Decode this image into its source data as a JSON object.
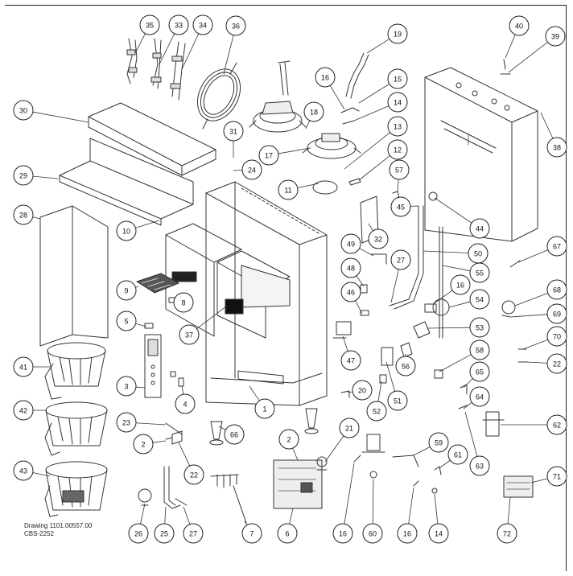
{
  "drawing": {
    "number_line": "Drawing 1101.00557.00",
    "model_line": "CBS-2252"
  },
  "callouts": [
    {
      "id": "c35",
      "label": "35"
    },
    {
      "id": "c33",
      "label": "33"
    },
    {
      "id": "c34",
      "label": "34"
    },
    {
      "id": "c36",
      "label": "36"
    },
    {
      "id": "c19",
      "label": "19"
    },
    {
      "id": "c16a",
      "label": "16"
    },
    {
      "id": "c15",
      "label": "15"
    },
    {
      "id": "c14a",
      "label": "14"
    },
    {
      "id": "c13",
      "label": "13"
    },
    {
      "id": "c12",
      "label": "12"
    },
    {
      "id": "c40",
      "label": "40"
    },
    {
      "id": "c39",
      "label": "39"
    },
    {
      "id": "c38",
      "label": "38"
    },
    {
      "id": "c30",
      "label": "30"
    },
    {
      "id": "c18",
      "label": "18"
    },
    {
      "id": "c31",
      "label": "31"
    },
    {
      "id": "c24",
      "label": "24"
    },
    {
      "id": "c17",
      "label": "17"
    },
    {
      "id": "c11",
      "label": "11"
    },
    {
      "id": "c29",
      "label": "29"
    },
    {
      "id": "c57",
      "label": "57"
    },
    {
      "id": "c10",
      "label": "10"
    },
    {
      "id": "c28",
      "label": "28"
    },
    {
      "id": "c45",
      "label": "45"
    },
    {
      "id": "c44",
      "label": "44"
    },
    {
      "id": "c32",
      "label": "32"
    },
    {
      "id": "c67",
      "label": "67"
    },
    {
      "id": "c49",
      "label": "49"
    },
    {
      "id": "c50",
      "label": "50"
    },
    {
      "id": "c27a",
      "label": "27"
    },
    {
      "id": "c55",
      "label": "55"
    },
    {
      "id": "c48",
      "label": "48"
    },
    {
      "id": "c16b",
      "label": "16"
    },
    {
      "id": "c68",
      "label": "68"
    },
    {
      "id": "c9",
      "label": "9"
    },
    {
      "id": "c8",
      "label": "8"
    },
    {
      "id": "c46",
      "label": "46"
    },
    {
      "id": "c54",
      "label": "54"
    },
    {
      "id": "c69",
      "label": "69"
    },
    {
      "id": "c5",
      "label": "5"
    },
    {
      "id": "c37",
      "label": "37"
    },
    {
      "id": "c53",
      "label": "53"
    },
    {
      "id": "c70",
      "label": "70"
    },
    {
      "id": "c47",
      "label": "47"
    },
    {
      "id": "c58",
      "label": "58"
    },
    {
      "id": "c22a",
      "label": "22"
    },
    {
      "id": "c41",
      "label": "41"
    },
    {
      "id": "c56",
      "label": "56"
    },
    {
      "id": "c3",
      "label": "3"
    },
    {
      "id": "c65",
      "label": "65"
    },
    {
      "id": "c20",
      "label": "20"
    },
    {
      "id": "c4",
      "label": "4"
    },
    {
      "id": "c1",
      "label": "1"
    },
    {
      "id": "c51",
      "label": "51"
    },
    {
      "id": "c64",
      "label": "64"
    },
    {
      "id": "c52",
      "label": "52"
    },
    {
      "id": "c42",
      "label": "42"
    },
    {
      "id": "c23",
      "label": "23"
    },
    {
      "id": "c21",
      "label": "21"
    },
    {
      "id": "c62",
      "label": "62"
    },
    {
      "id": "c66",
      "label": "66"
    },
    {
      "id": "c2a",
      "label": "2"
    },
    {
      "id": "c2b",
      "label": "2"
    },
    {
      "id": "c22b",
      "label": "22"
    },
    {
      "id": "c63",
      "label": "63"
    },
    {
      "id": "c59",
      "label": "59"
    },
    {
      "id": "c61",
      "label": "61"
    },
    {
      "id": "c43",
      "label": "43"
    },
    {
      "id": "c71",
      "label": "71"
    },
    {
      "id": "c26",
      "label": "26"
    },
    {
      "id": "c25",
      "label": "25"
    },
    {
      "id": "c27b",
      "label": "27"
    },
    {
      "id": "c7",
      "label": "7"
    },
    {
      "id": "c6",
      "label": "6"
    },
    {
      "id": "c16c",
      "label": "16"
    },
    {
      "id": "c60",
      "label": "60"
    },
    {
      "id": "c16d",
      "label": "16"
    },
    {
      "id": "c14b",
      "label": "14"
    },
    {
      "id": "c72",
      "label": "72"
    }
  ]
}
